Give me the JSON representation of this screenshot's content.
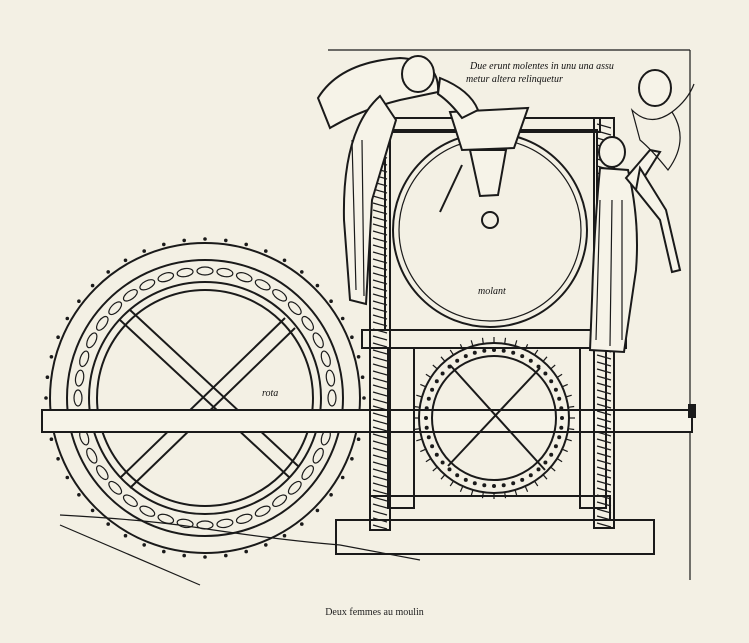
{
  "inscription": {
    "line1": "Due erunt molentes in unu una assu",
    "line2": "metur altera relinquetur"
  },
  "labels": {
    "millstone": "molant",
    "wheel": "rota"
  },
  "caption": "Deux femmes au moulin",
  "colors": {
    "paper": "#f3f0e4",
    "ink": "#1a1a1a"
  }
}
